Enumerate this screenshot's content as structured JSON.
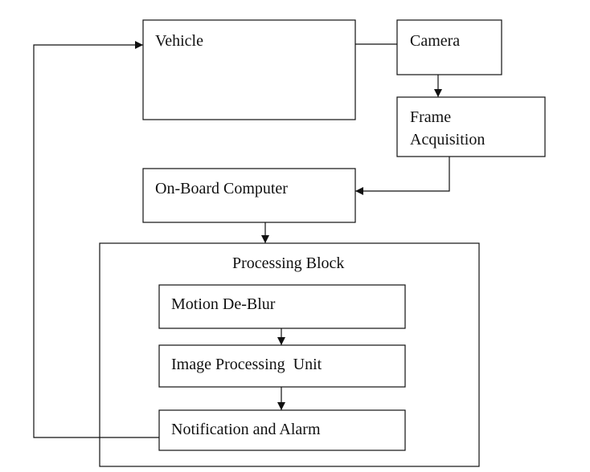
{
  "nodes": {
    "vehicle": {
      "label": "Vehicle"
    },
    "camera": {
      "label": "Camera"
    },
    "frame_acquisition": {
      "line1": "Frame",
      "line2": "Acquisition"
    },
    "onboard_computer": {
      "label": "On-Board Computer"
    },
    "processing_block": {
      "label": "Processing Block"
    },
    "motion_deblur": {
      "label": "Motion De-Blur"
    },
    "image_processing_unit": {
      "label": "Image Processing  Unit"
    },
    "notification_alarm": {
      "label": "Notification and Alarm"
    }
  },
  "edges": [
    {
      "from": "vehicle",
      "to": "camera",
      "directed": false
    },
    {
      "from": "camera",
      "to": "frame_acquisition",
      "directed": true
    },
    {
      "from": "frame_acquisition",
      "to": "onboard_computer",
      "directed": true
    },
    {
      "from": "onboard_computer",
      "to": "processing_block",
      "directed": true
    },
    {
      "from": "motion_deblur",
      "to": "image_processing_unit",
      "directed": true
    },
    {
      "from": "image_processing_unit",
      "to": "notification_alarm",
      "directed": true
    },
    {
      "from": "notification_alarm",
      "to": "vehicle",
      "directed": true
    }
  ],
  "colors": {
    "stroke": "#111111",
    "background": "#ffffff"
  }
}
